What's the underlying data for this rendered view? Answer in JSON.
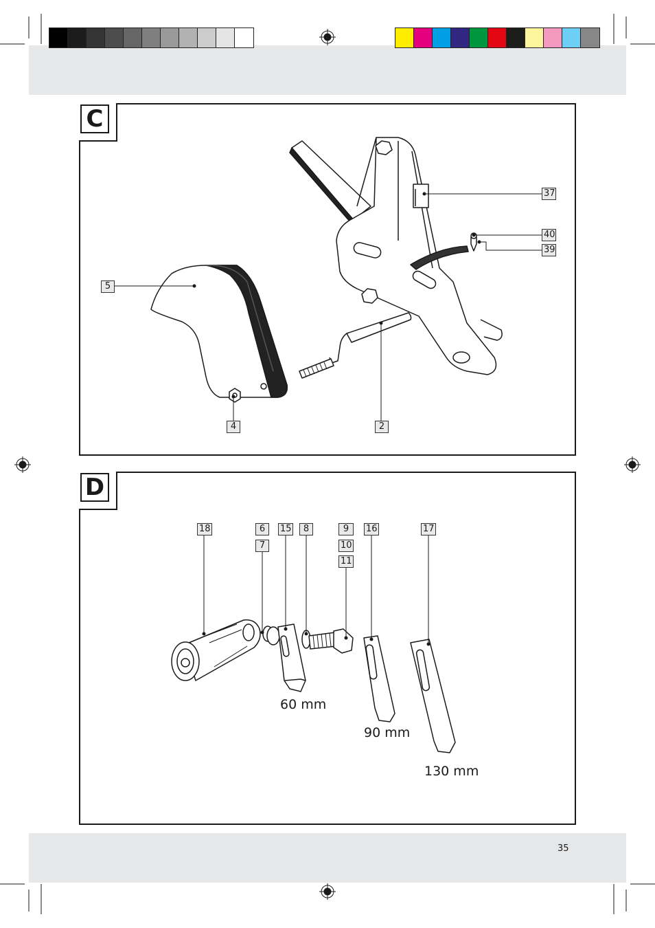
{
  "page": {
    "number": "35"
  },
  "color_bar": {
    "grays": [
      "#000000",
      "#1c1c1c",
      "#353535",
      "#4d4d4d",
      "#666666",
      "#7f7f7f",
      "#999999",
      "#b2b2b2",
      "#cccccc",
      "#e5e5e5",
      "#ffffff"
    ],
    "colors": [
      "#ffed00",
      "#e5007e",
      "#009fe3",
      "#312783",
      "#009640",
      "#e30613",
      "#1d1d1b",
      "#fff59d",
      "#f49ac1",
      "#6dcff6",
      "#878787"
    ]
  },
  "figure_c": {
    "letter": "C",
    "labels": {
      "p5": "5",
      "p37": "37",
      "p40": "40",
      "p39": "39",
      "p4": "4",
      "p2": "2"
    }
  },
  "figure_d": {
    "letter": "D",
    "labels": {
      "p18": "18",
      "p6": "6",
      "p7": "7",
      "p15": "15",
      "p8": "8",
      "p9": "9",
      "p10": "10",
      "p11": "11",
      "p16": "16",
      "p17": "17"
    },
    "dimensions": {
      "d60": "60 mm",
      "d90": "90 mm",
      "d130": "130 mm"
    }
  }
}
